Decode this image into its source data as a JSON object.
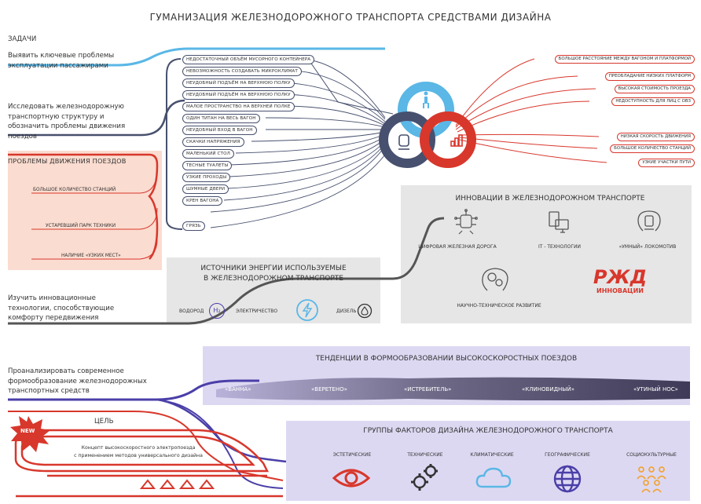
{
  "title": "ГУМАНИЗАЦИЯ ЖЕЛЕЗНОДОРОЖНОГО ТРАНСПОРТА СРЕДСТВАМИ ДИЗАЙНА",
  "tasks_heading": "ЗАДАЧИ",
  "tasks": [
    "Выявить ключевые проблемы эксплуатации пассажирами",
    "Исследовать железнодорожную транспортную структуру и обозначить проблемы движения поездов",
    "Изучить инновационные технологии, способствующие комфорту передвижения",
    "Проанализировать современное формообразование железнодорожных транспортных средств"
  ],
  "passenger_problems": [
    "НЕДОСТАТОЧНЫЙ ОБЪЁМ МУСОРНОГО КОНТЕЙНЕРА",
    "НЕВОЗМОЖНОСТЬ СОЗДАВАТЬ МИКРОКЛИМАТ",
    "НЕУДОБНЫЙ ПОДЪЁМ НА ВЕРХНЮЮ ПОЛКУ",
    "НЕУДОБНЫЙ ПОДЪЁМ НА ВЕРХНЮЮ ПОЛКУ",
    "МАЛОЕ ПРОСТРАНСТВО НА ВЕРХНЕЙ ПОЛКЕ",
    "ОДИН ТИТАН НА ВЕСЬ ВАГОН",
    "НЕУДОБНЫЙ ВХОД В ВАГОН",
    "СКАЧКИ НАПРЯЖЕНИЯ",
    "МАЛЕНЬКИЙ СТОЛ",
    "ТЕСНЫЕ ТУАЛЕТЫ",
    "УЗКИЕ ПРОХОДЫ",
    "ШУМНЫЕ ДВЕРИ",
    "КРЕН ВАГОНА",
    "ГРЯЗЬ"
  ],
  "infra_problems": [
    "БОЛЬШОЕ РАССТОЯНИЕ МЕЖДУ ВАГОНОМ И ПЛАТФОРМОЙ",
    "ПРЕОБЛАДАНИЕ НИЗКИХ ПЛАТФОРМ",
    "ВЫСОКАЯ СТОИМОСТЬ ПРОЕЗДА",
    "НЕДОСТУПНОСТЬ ДЛЯ ЛИЦ С ОВЗ",
    "НИЗКАЯ СКОРОСТЬ ДВИЖЕНИЯ",
    "БОЛЬШОЕ КОЛИЧЕСТВО СТАНЦИЙ",
    "УЗКИЕ УЧАСТКИ ПУТИ"
  ],
  "train_problems": {
    "heading": "ПРОБЛЕМЫ ДВИЖЕНИЯ ПОЕЗДОВ",
    "items": [
      "БОЛЬШОЕ КОЛИЧЕСТВО СТАНЦИЙ",
      "УСТАРЕВШИЙ ПАРК ТЕХНИКИ",
      "НАЛИЧИЕ «УЗКИХ МЕСТ»"
    ]
  },
  "innovations": {
    "heading": "ИННОВАЦИИ В ЖЕЛЕЗНОДОРОЖНОМ ТРАНСПОРТЕ",
    "items": [
      "ЦИФРОВАЯ ЖЕЛЕЗНАЯ ДОРОГА",
      "IT - ТЕХНОЛОГИИ",
      "«УМНЫЙ» ЛОКОМОТИВ",
      "НАУЧНО-ТЕХНИЧЕСКОЕ РАЗВИТИЕ"
    ],
    "logo_text": "РЖД",
    "logo_sub": "ИННОВАЦИИ"
  },
  "energy": {
    "heading_line1": "ИСТОЧНИКИ ЭНЕРГИИ ИСПОЛЬЗУЕМЫЕ",
    "heading_line2": "В ЖЕЛЕЗНОДОРОЖНОМ ТРАНСПОРТЕ",
    "items": [
      "ВОДОРОД",
      "ЭЛЕКТРИЧЕСТВО",
      "ДИЗЕЛЬ"
    ],
    "h2_symbol": "H₂"
  },
  "trends": {
    "heading": "ТЕНДЕНЦИИ В ФОРМООБРАЗОВАНИИ ВЫСОКОСКОРОСТНЫХ ПОЕЗДОВ",
    "items": [
      "«ВАННА»",
      "«ВЕРЕТЕНО»",
      "«ИСТРЕБИТЕЛЬ»",
      "«КЛИНОВИДНЫЙ»",
      "«УТИНЫЙ НОС»"
    ]
  },
  "goal": {
    "heading": "ЦЕЛЬ",
    "badge": "NEW",
    "line1": "Концепт высокоскоростного электропоезда",
    "line2": "с применением методов универсального дизайна"
  },
  "factors": {
    "heading": "ГРУППЫ ФАКТОРОВ ДИЗАЙНА ЖЕЛЕЗНОДОРОЖНОГО ТРАНСПОРТА",
    "items": [
      "ЭСТЕТИЧЕСКИЕ",
      "ТЕХНИЧЕСКИЕ",
      "КЛИМАТИЧЕСКИЕ",
      "ГЕОГРАФИЧЕСКИЕ",
      "СОЦИОКУЛЬТУРНЫЕ"
    ]
  },
  "colors": {
    "blue": "#5ab7e6",
    "navy": "#47506e",
    "red": "#d8372c",
    "grey": "#555555",
    "purple": "#4a3fa8"
  }
}
